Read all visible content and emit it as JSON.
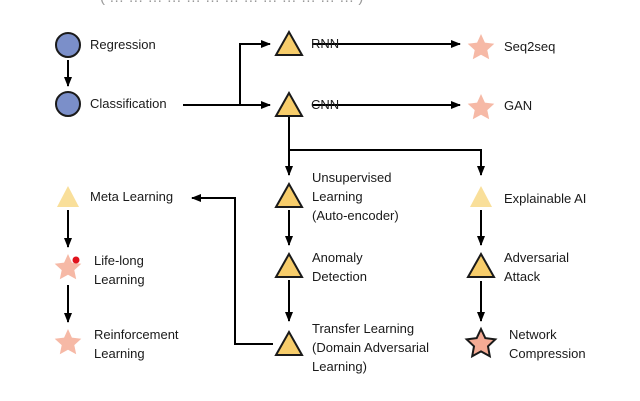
{
  "header": {
    "partial_title": "( … … … … … … … … … … … … … )"
  },
  "nodes": {
    "regression": "Regression",
    "classification": "Classification",
    "rnn": "RNN",
    "cnn": "CNN",
    "seq2seq": "Seq2seq",
    "gan": "GAN",
    "unsupervised": "Unsupervised\nLearning\n(Auto-encoder)",
    "anomaly": "Anomaly\nDetection",
    "transfer": "Transfer Learning\n(Domain Adversarial\nLearning)",
    "explainable": "Explainable AI",
    "adversarial": "Adversarial\nAttack",
    "network_compression": "Network\nCompression",
    "meta": "Meta Learning",
    "lifelong": "Life-long\nLearning",
    "reinforcement": "Reinforcement\nLearning"
  },
  "colors": {
    "circle_fill": "#7b8fc9",
    "triangle_fill": "#f7cd6b",
    "triangle_light_fill": "#f9df9a",
    "star_fill": "#f4ab94",
    "star_light_fill": "#f6b9a6",
    "outline": "#1a1a1a",
    "arrow": "#000000",
    "red_dot": "#e0121c"
  },
  "icons": {
    "circle": "circle-icon",
    "triangle": "triangle-icon",
    "star": "star-icon"
  }
}
